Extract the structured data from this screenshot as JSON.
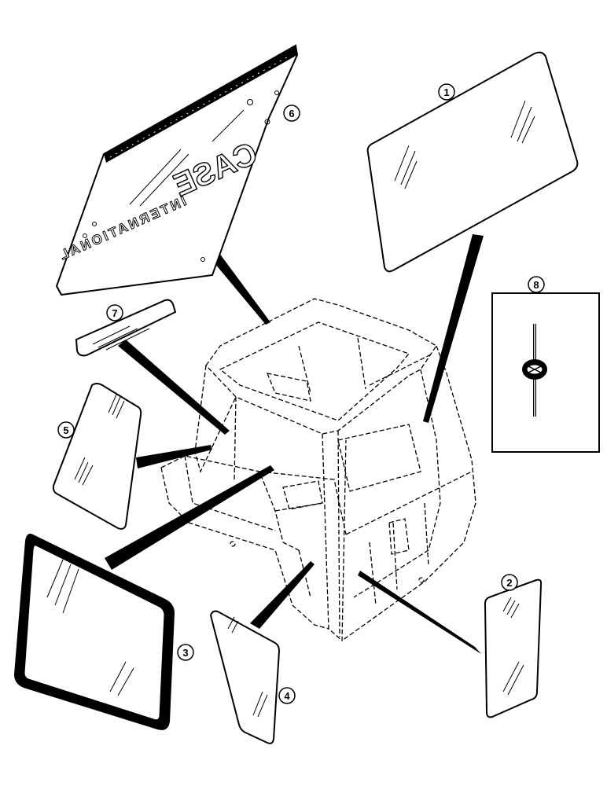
{
  "callouts": [
    {
      "id": "1",
      "label": "1"
    },
    {
      "id": "2",
      "label": "2"
    },
    {
      "id": "3",
      "label": "3"
    },
    {
      "id": "4",
      "label": "4"
    },
    {
      "id": "5",
      "label": "5"
    },
    {
      "id": "6",
      "label": "6"
    },
    {
      "id": "7",
      "label": "7"
    },
    {
      "id": "8",
      "label": "8"
    }
  ],
  "glass_decal": {
    "brand": "CASE",
    "subtitle": "INTERNATIONAL"
  }
}
